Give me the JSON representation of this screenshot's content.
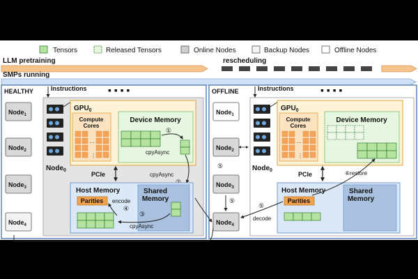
{
  "legend": {
    "tensors": "Tensors",
    "released": "Released Tensors",
    "online": "Online Nodes",
    "backup": "Backup Nodes",
    "offline": "Offline Nodes"
  },
  "timeline": {
    "pretraining": "LLM pretraining",
    "rescheduling": "rescheduling",
    "smps": "SMPs running"
  },
  "healthy": {
    "title": "HEALTHY",
    "instructions": "Instructions",
    "nodes": [
      "Node",
      "Node",
      "Node",
      "Node"
    ],
    "node_subs": [
      "1",
      "2",
      "3",
      "4"
    ],
    "node0": "Node",
    "node0_sub": "0",
    "gpu": "GPU",
    "gpu_sub": "0",
    "compute_cores_1": "Compute",
    "compute_cores_2": "Cores",
    "device_memory": "Device Memory",
    "pcie": "PCIe",
    "host_memory": "Host  Memory",
    "shared_memory_1": "Shared",
    "shared_memory_2": "Memory",
    "parities": "Parities",
    "encode": "encode",
    "cpyasync_1": "cpyAsync",
    "cpyasync_2": "cpyAsync",
    "cpyasync_3": "cpyAsync",
    "step1": "①",
    "step2": "②",
    "step3": "③",
    "step4": "④"
  },
  "offline": {
    "title": "OFFLINE",
    "instructions": "Instructions",
    "nodes": [
      "Node",
      "Node",
      "Node",
      "Node"
    ],
    "node_subs": [
      "1",
      "2",
      "3",
      "4"
    ],
    "node0": "Node",
    "node0_sub": "0",
    "gpu": "GPU",
    "gpu_sub": "0",
    "compute_cores_1": "Compute",
    "compute_cores_2": "Cores",
    "device_memory": "Device Memory",
    "pcie": "PCIe",
    "host_memory": "Host  Memory",
    "shared_memory_1": "Shared",
    "shared_memory_2": "Memory",
    "parities": "Parities",
    "decode": "decode",
    "restore": "⑥restore",
    "step5a": "⑤",
    "step5b": "⑤",
    "step5c": "⑤"
  },
  "colors": {
    "tensor": "#b6e3a0",
    "tensor_stroke": "#2e7d32",
    "orange_bar": "#f6b26b",
    "blue_bar": "#9fc5e8",
    "gpu_fill": "#fdf3d6",
    "device_fill": "#e6f6e0",
    "host_fill": "#dbe8f7",
    "shared_fill": "#a9c1df",
    "online_gray": "#d9d9d9",
    "parities": "#f4a24c"
  }
}
